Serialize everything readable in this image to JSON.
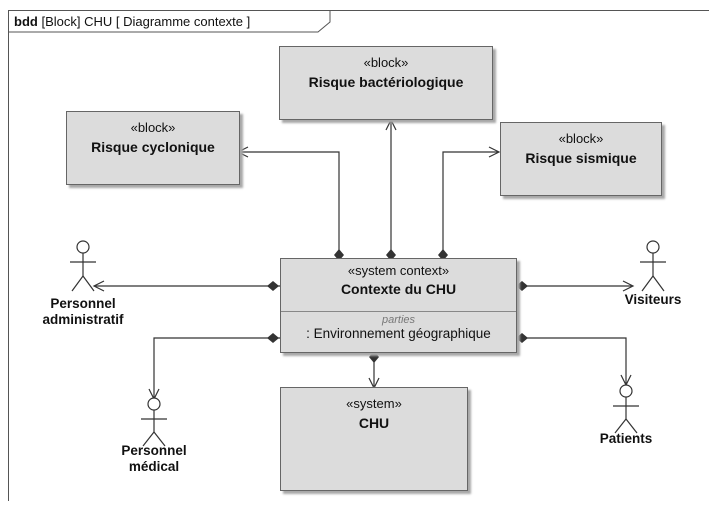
{
  "frame": {
    "kind": "bdd",
    "title": "[Block] CHU [ Diagramme contexte ]"
  },
  "blocks": {
    "bacterio": {
      "stereotype": "«block»",
      "name": "Risque bactériologique"
    },
    "cyclone": {
      "stereotype": "«block»",
      "name": "Risque cyclonique"
    },
    "sismique": {
      "stereotype": "«block»",
      "name": "Risque sismique"
    },
    "context": {
      "stereotype": "«system context»",
      "name": "Contexte du CHU",
      "parts_keyword": "parties",
      "part": ": Environnement géographique"
    },
    "chu": {
      "stereotype": "«system»",
      "name": "CHU"
    }
  },
  "actors": {
    "admin": {
      "line1": "Personnel",
      "line2": "administratif"
    },
    "medical": {
      "line1": "Personnel",
      "line2": "médical"
    },
    "visiteurs": {
      "line1": "Visiteurs"
    },
    "patients": {
      "line1": "Patients"
    }
  }
}
